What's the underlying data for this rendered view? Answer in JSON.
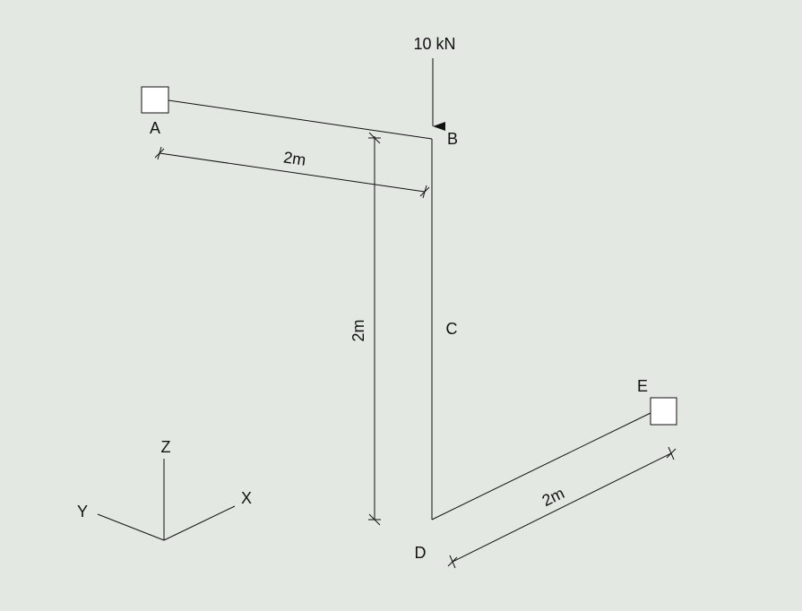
{
  "colors": {
    "background": "#e4e8e3",
    "stroke": "#111111",
    "support_fill": "#ffffff"
  },
  "load": {
    "label": "10 kN"
  },
  "nodes": {
    "a": "A",
    "b": "B",
    "c": "C",
    "d": "D",
    "e": "E"
  },
  "dimensions": {
    "ab": "2m",
    "vertical": "2m",
    "de": "2m"
  },
  "axes": {
    "x": "X",
    "y": "Y",
    "z": "Z"
  }
}
